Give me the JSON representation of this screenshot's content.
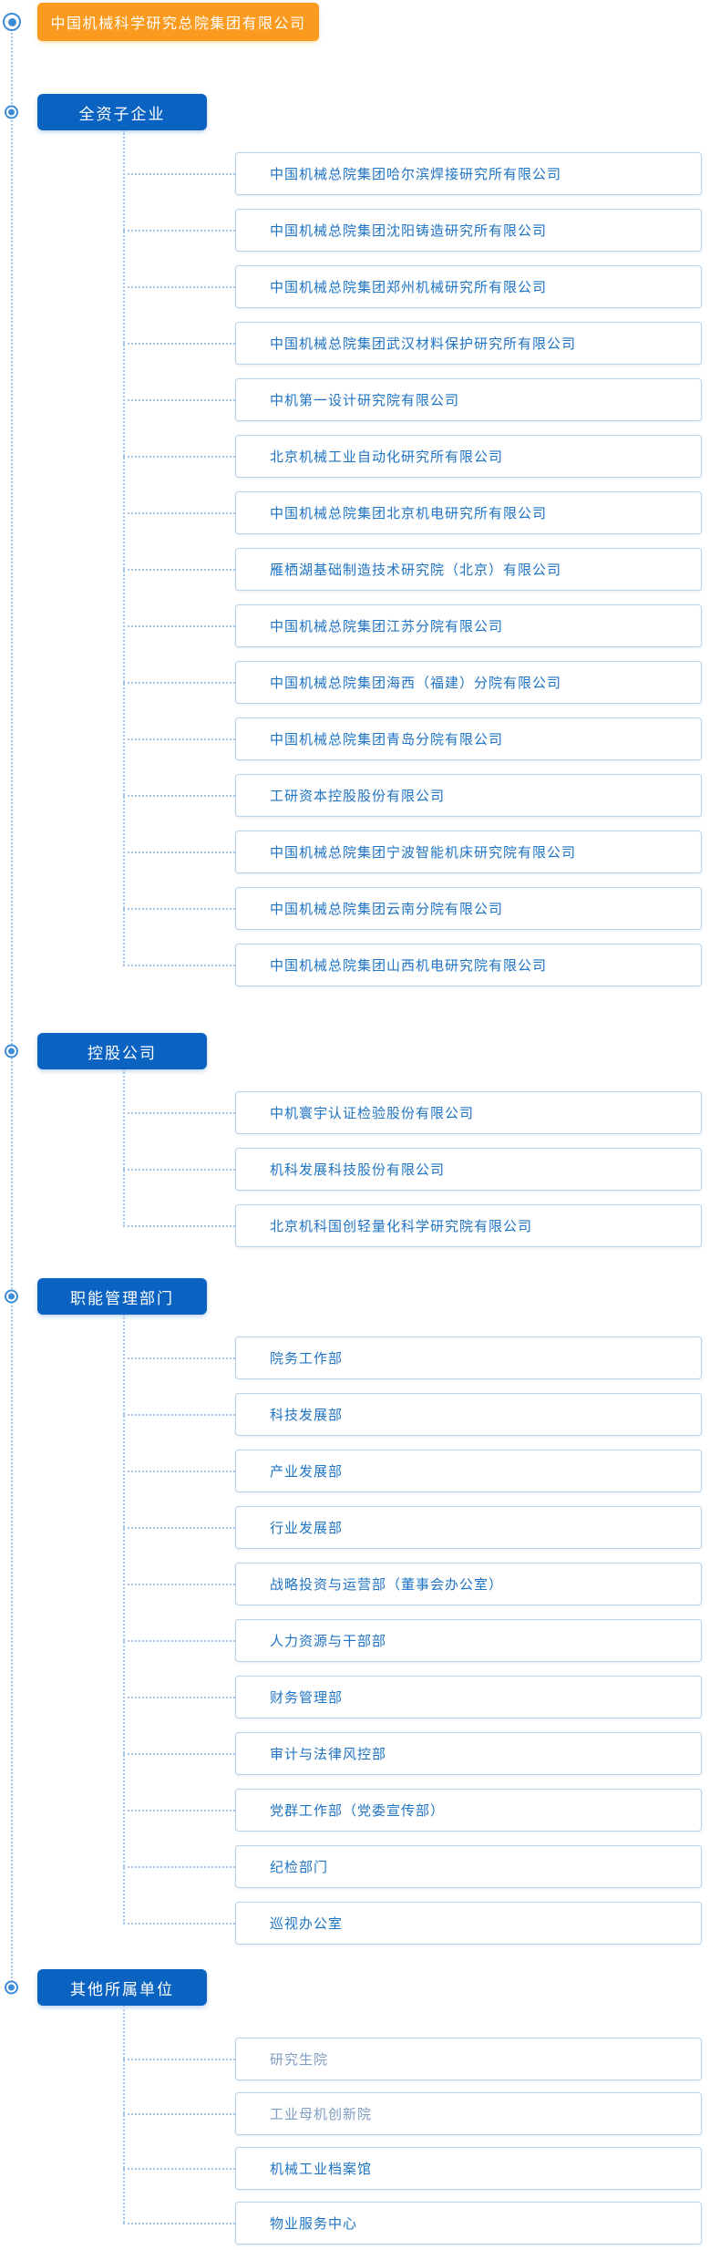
{
  "root": {
    "title": "中国机械科学研究总院集团有限公司"
  },
  "sections": [
    {
      "label": "全资子企业",
      "items": [
        {
          "label": "中国机械总院集团哈尔滨焊接研究所有限公司",
          "muted": false
        },
        {
          "label": "中国机械总院集团沈阳铸造研究所有限公司",
          "muted": false
        },
        {
          "label": "中国机械总院集团郑州机械研究所有限公司",
          "muted": false
        },
        {
          "label": "中国机械总院集团武汉材料保护研究所有限公司",
          "muted": false
        },
        {
          "label": "中机第一设计研究院有限公司",
          "muted": false
        },
        {
          "label": "北京机械工业自动化研究所有限公司",
          "muted": false
        },
        {
          "label": "中国机械总院集团北京机电研究所有限公司",
          "muted": false
        },
        {
          "label": "雁栖湖基础制造技术研究院（北京）有限公司",
          "muted": false
        },
        {
          "label": "中国机械总院集团江苏分院有限公司",
          "muted": false
        },
        {
          "label": "中国机械总院集团海西（福建）分院有限公司",
          "muted": false
        },
        {
          "label": "中国机械总院集团青岛分院有限公司",
          "muted": false
        },
        {
          "label": "工研资本控股股份有限公司",
          "muted": false
        },
        {
          "label": "中国机械总院集团宁波智能机床研究院有限公司",
          "muted": false
        },
        {
          "label": "中国机械总院集团云南分院有限公司",
          "muted": false
        },
        {
          "label": "中国机械总院集团山西机电研究院有限公司",
          "muted": false
        }
      ]
    },
    {
      "label": "控股公司",
      "items": [
        {
          "label": "中机寰宇认证检验股份有限公司",
          "muted": false
        },
        {
          "label": "机科发展科技股份有限公司",
          "muted": false
        },
        {
          "label": "北京机科国创轻量化科学研究院有限公司",
          "muted": false
        }
      ]
    },
    {
      "label": "职能管理部门",
      "items": [
        {
          "label": "院务工作部",
          "muted": false
        },
        {
          "label": "科技发展部",
          "muted": false
        },
        {
          "label": "产业发展部",
          "muted": false
        },
        {
          "label": "行业发展部",
          "muted": false
        },
        {
          "label": "战略投资与运营部（董事会办公室）",
          "muted": false
        },
        {
          "label": "人力资源与干部部",
          "muted": false
        },
        {
          "label": "财务管理部",
          "muted": false
        },
        {
          "label": "审计与法律风控部",
          "muted": false
        },
        {
          "label": "党群工作部（党委宣传部）",
          "muted": false
        },
        {
          "label": "纪检部门",
          "muted": false
        },
        {
          "label": "巡视办公室",
          "muted": false
        }
      ]
    },
    {
      "label": "其他所属单位",
      "items": [
        {
          "label": "研究生院",
          "muted": true
        },
        {
          "label": "工业母机创新院",
          "muted": true
        },
        {
          "label": "机械工业档案馆",
          "muted": false
        },
        {
          "label": "物业服务中心",
          "muted": false
        }
      ]
    }
  ],
  "colors": {
    "accent_orange": "#fa9a1e",
    "accent_blue": "#0b63c1",
    "item_text": "#1e73c3",
    "item_border": "#b8d2ec",
    "connector": "#a4c6e8",
    "muted_text": "#7f9dc2",
    "bullet": "#3e8cd8"
  }
}
